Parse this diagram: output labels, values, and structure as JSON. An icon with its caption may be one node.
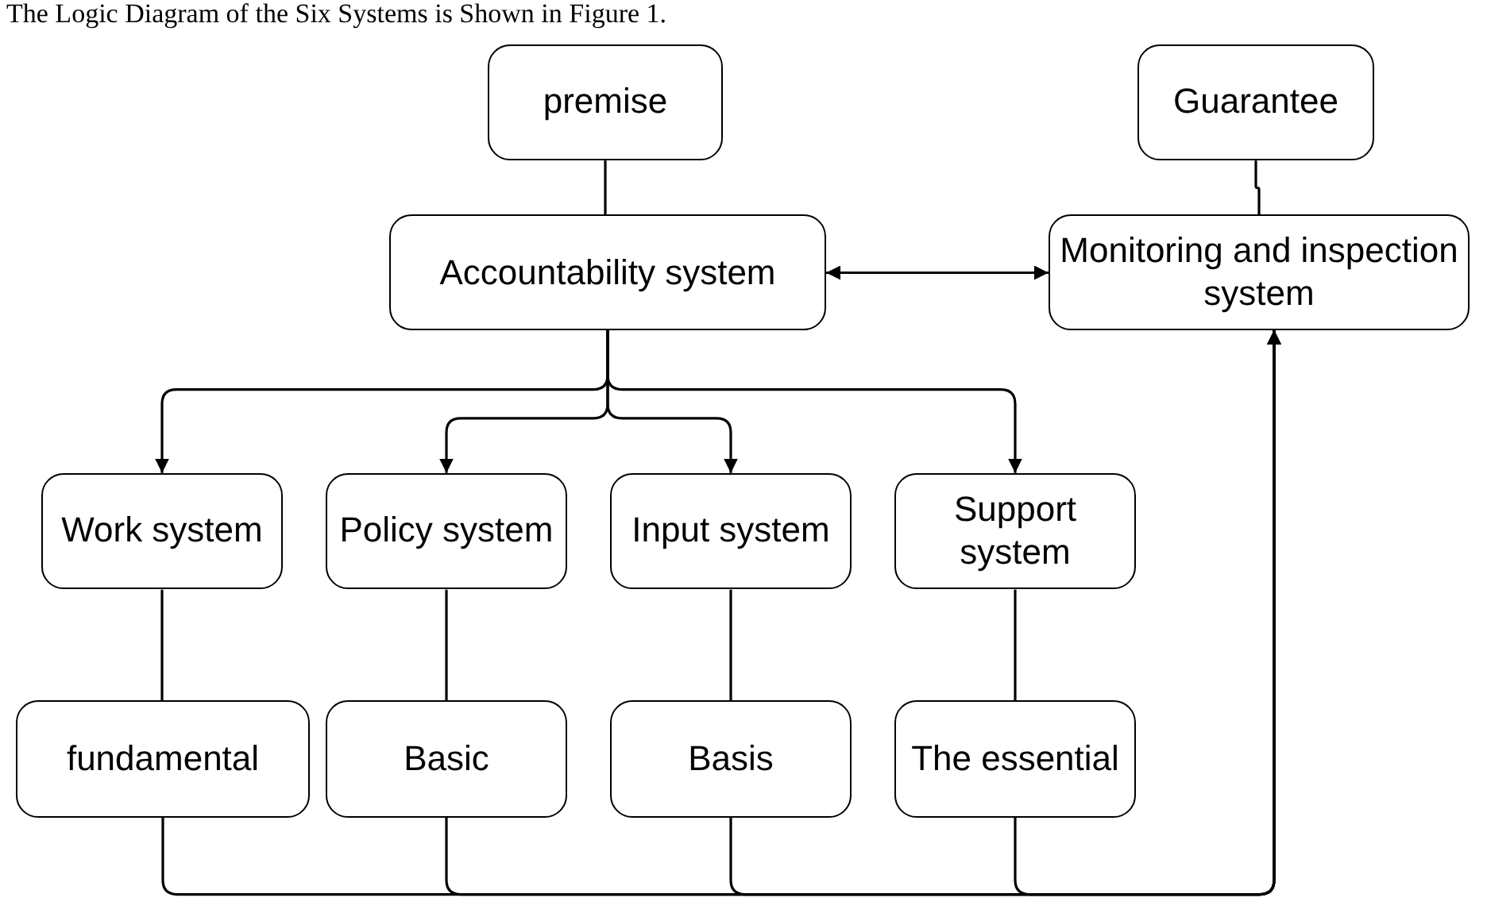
{
  "diagram": {
    "nodes": [
      {
        "text": [
          "premise"
        ]
      },
      {
        "text": [
          "Guarantee"
        ]
      },
      {
        "text": [
          "Accountability system"
        ]
      },
      {
        "text": [
          "Monitoring and inspection system"
        ]
      },
      {
        "text": [
          "Work system"
        ]
      },
      {
        "text": [
          "Policy system"
        ]
      },
      {
        "text": [
          "Input system"
        ]
      },
      {
        "text": [
          "Support system"
        ]
      },
      {
        "text": [
          "fundamental"
        ]
      },
      {
        "text": [
          "Basic"
        ]
      },
      {
        "text": [
          "Basis"
        ]
      },
      {
        "text": [
          "The essential"
        ]
      }
    ],
    "edges": [
      {
        "from": 0,
        "to": 2,
        "arrow": "none"
      },
      {
        "from": 1,
        "to": 3,
        "arrow": "none"
      },
      {
        "from": 2,
        "to": 3,
        "arrow": "both"
      },
      {
        "from": 2,
        "to": 4,
        "arrow": "to"
      },
      {
        "from": 2,
        "to": 5,
        "arrow": "to"
      },
      {
        "from": 2,
        "to": 6,
        "arrow": "to"
      },
      {
        "from": 2,
        "to": 7,
        "arrow": "to"
      },
      {
        "from": 4,
        "to": 8,
        "arrow": "none"
      },
      {
        "from": 5,
        "to": 9,
        "arrow": "none"
      },
      {
        "from": 6,
        "to": 10,
        "arrow": "none"
      },
      {
        "from": 7,
        "to": 11,
        "arrow": "none"
      },
      {
        "from": 8,
        "to": 3,
        "arrow": "to"
      },
      {
        "from": 9,
        "to": 3,
        "arrow": "to"
      },
      {
        "from": 10,
        "to": 3,
        "arrow": "to"
      },
      {
        "from": 11,
        "to": 3,
        "arrow": "to"
      }
    ],
    "labels": [
      "The Logic Diagram of the Six Systems is Shown in Figure 1."
    ]
  }
}
